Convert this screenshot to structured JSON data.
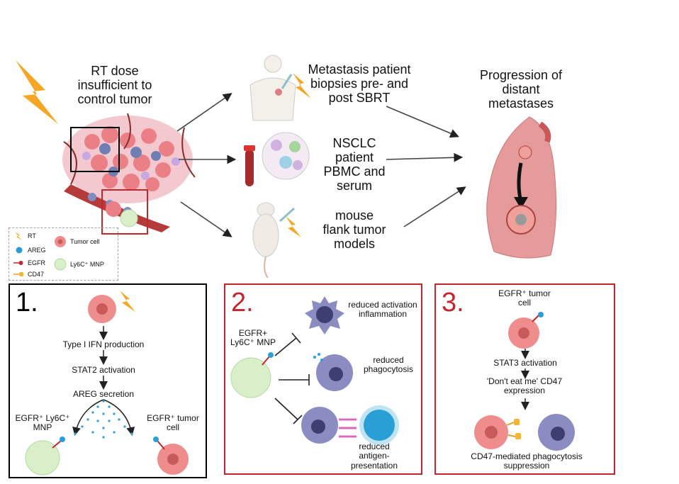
{
  "top": {
    "rt_dose_text": "RT dose insufficient to control tumor",
    "metastasis_text": "Metastasis patient biopsies pre- and post SBRT",
    "nsclc_text": "NSCLC patient PBMC and serum",
    "mouse_text": "mouse flank tumor models",
    "progression_text": "Progression of distant metastases"
  },
  "legend": {
    "items": [
      {
        "label": "RT",
        "icon": "lightning-icon"
      },
      {
        "label": "AREG",
        "icon": "areg-dot-icon"
      },
      {
        "label": "EGFR",
        "icon": "egfr-receptor-icon"
      },
      {
        "label": "CD47",
        "icon": "cd47-icon"
      },
      {
        "label": "Tumor cell",
        "icon": "tumor-cell-icon"
      },
      {
        "label": "Ly6C⁺ MNP",
        "icon": "mnp-cell-icon"
      }
    ]
  },
  "panel1": {
    "number": "1.",
    "step1": "Type I IFN production",
    "step2": "STAT2 activation",
    "step3": "AREG secretion",
    "left_cell_label": "EGFR⁺ Ly6C⁺ MNP",
    "right_cell_label": "EGFR⁺ tumor cell"
  },
  "panel2": {
    "number": "2.",
    "cell_label": "EGFR+ Ly6C⁺ MNP",
    "effect1": "reduced activation inflammation",
    "effect2": "reduced phagocytosis",
    "effect3": "reduced antigen-presentation"
  },
  "panel3": {
    "number": "3.",
    "cell_label": "EGFR⁺ tumor cell",
    "step1": "STAT3 activation",
    "step2": "'Don't eat me' CD47 expression",
    "result": "CD47-mediated phagocytosis suppression"
  },
  "colors": {
    "panel1_border": "#000000",
    "panel2_border": "#c1272d",
    "panel3_border": "#c1272d",
    "tumor_cell": "#ef8d8d",
    "mnp_cell": "#d8efc9",
    "areg": "#2a9fd6",
    "lung": "#e59a9c",
    "lightning": "#f5a623"
  }
}
